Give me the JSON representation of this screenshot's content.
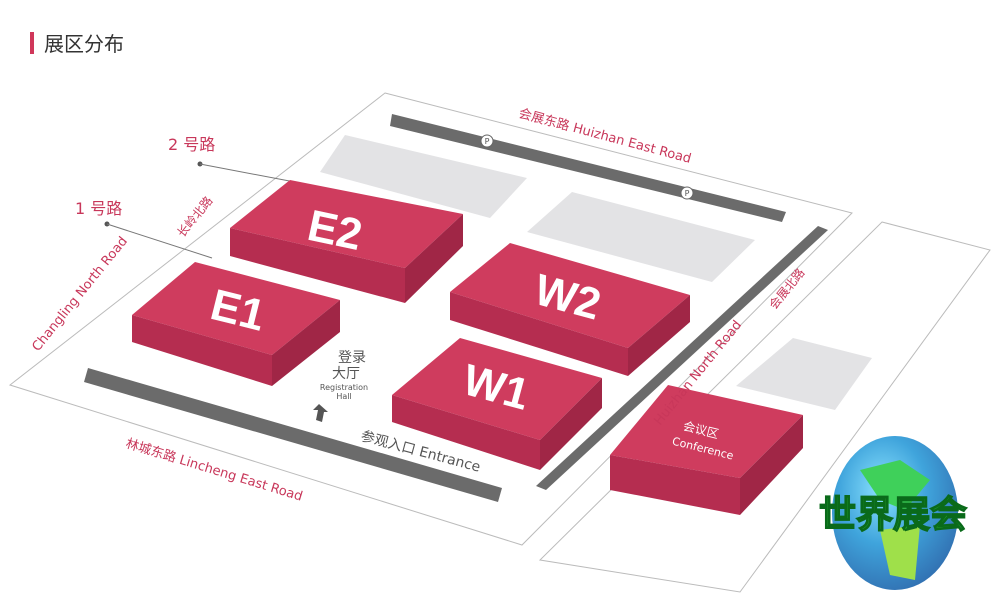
{
  "title": "展区分布",
  "roads": {
    "top": "会展东路  Huizhan East Road",
    "bottom": "林城东路  Lincheng East Road",
    "left_en": "Changling North Road",
    "left_cn": "长岭北路",
    "right_en": "Huizhan North Road",
    "right_cn": "会展北路",
    "road1": "1 号路",
    "road2": "2 号路"
  },
  "halls": {
    "e1": "E1",
    "e2": "E2",
    "w1": "W1",
    "w2": "W2"
  },
  "registration": {
    "cn1": "登录",
    "cn2": "大厅",
    "en1": "Registration",
    "en2": "Hall"
  },
  "entrance": "参观入口  Entrance",
  "conference": {
    "cn": "会议区",
    "en": "Conference"
  },
  "parking": "P",
  "logo": "世界展会",
  "colors": {
    "accent": "#c8375a",
    "hall_top": "#cf3c5e",
    "road": "#6b6b6b",
    "lot": "#e3e3e5"
  }
}
